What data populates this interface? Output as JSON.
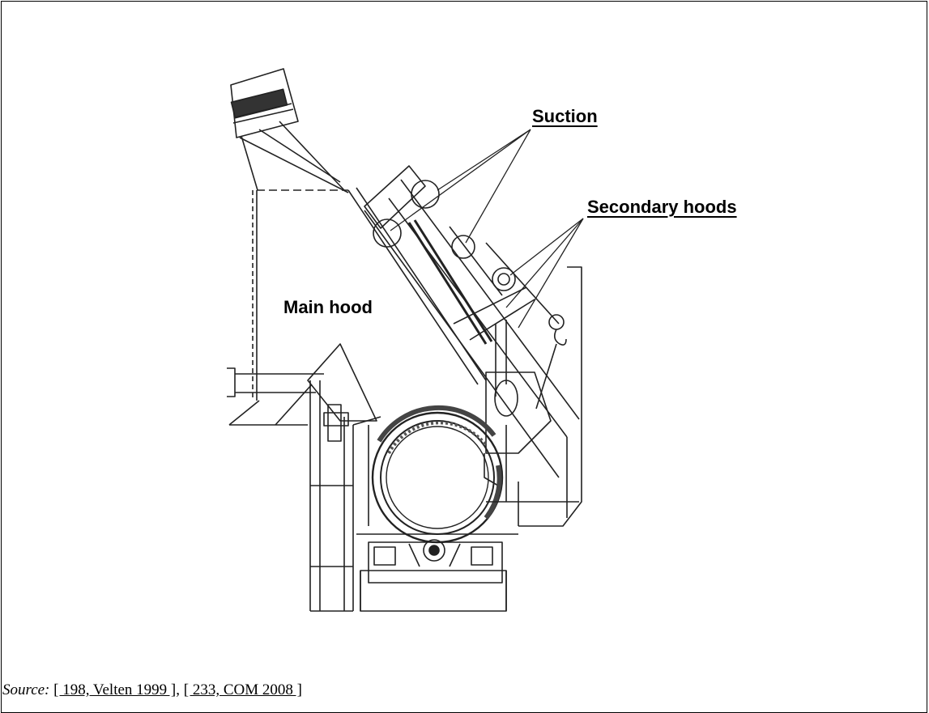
{
  "labels": {
    "suction": "Suction",
    "secondary_hoods": "Secondary hoods",
    "main_hood": "Main hood"
  },
  "source": {
    "prefix": "Source:",
    "ref1": "[ 198, Velten 1999 ]",
    "separator": ",",
    "ref2": "[ 233, COM 2008 ]"
  }
}
